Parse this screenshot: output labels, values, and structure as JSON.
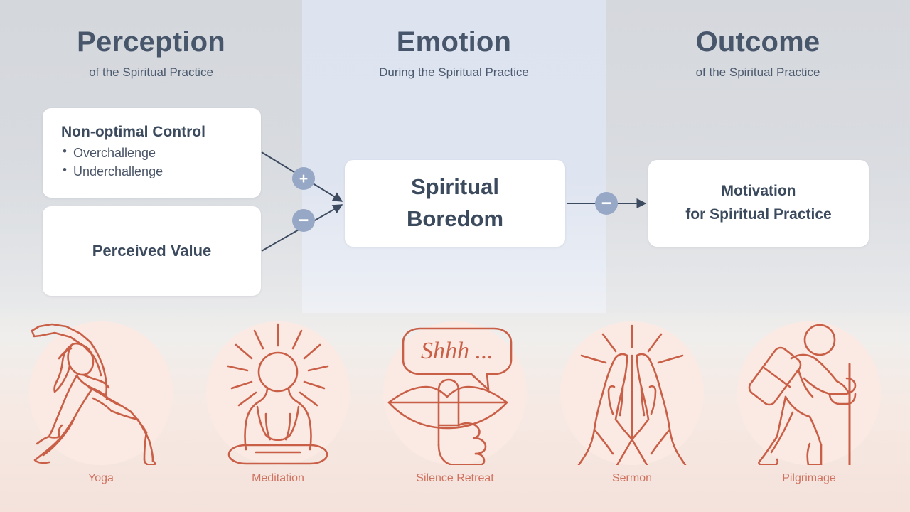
{
  "columns": [
    {
      "id": "perception",
      "title": "Perception",
      "subtitle": "of the Spiritual Practice"
    },
    {
      "id": "emotion",
      "title": "Emotion",
      "subtitle": "During the Spiritual Practice"
    },
    {
      "id": "outcome",
      "title": "Outcome",
      "subtitle": "of the Spiritual Practice"
    }
  ],
  "cards": {
    "non_optimal_control": {
      "title": "Non-optimal Control",
      "bullets": [
        "Overchallenge",
        "Underchallenge"
      ]
    },
    "perceived_value": {
      "title": "Perceived Value"
    },
    "spiritual_boredom": {
      "line1": "Spiritual",
      "line2": "Boredom"
    },
    "motivation": {
      "line1": "Motivation",
      "line2": "for Spiritual Practice"
    }
  },
  "badges": {
    "control_to_boredom": "+",
    "value_to_boredom": "−",
    "boredom_to_motivation": "−"
  },
  "practices": [
    {
      "id": "yoga",
      "label": "Yoga"
    },
    {
      "id": "meditation",
      "label": "Meditation"
    },
    {
      "id": "silence",
      "label": "Silence Retreat"
    },
    {
      "id": "sermon",
      "label": "Sermon"
    },
    {
      "id": "pilgrimage",
      "label": "Pilgrimage"
    }
  ],
  "silence_bubble_text": "Shhh ...",
  "colors": {
    "heading": "#47566b",
    "card_text": "#3c4a5e",
    "badge_fill": "#97a8c6",
    "connector": "#3d4b60",
    "icon_stroke": "#c95f47",
    "icon_disc": "#fbeae3",
    "practice_label": "#cf7360",
    "band_middle": "#dde3ef"
  }
}
